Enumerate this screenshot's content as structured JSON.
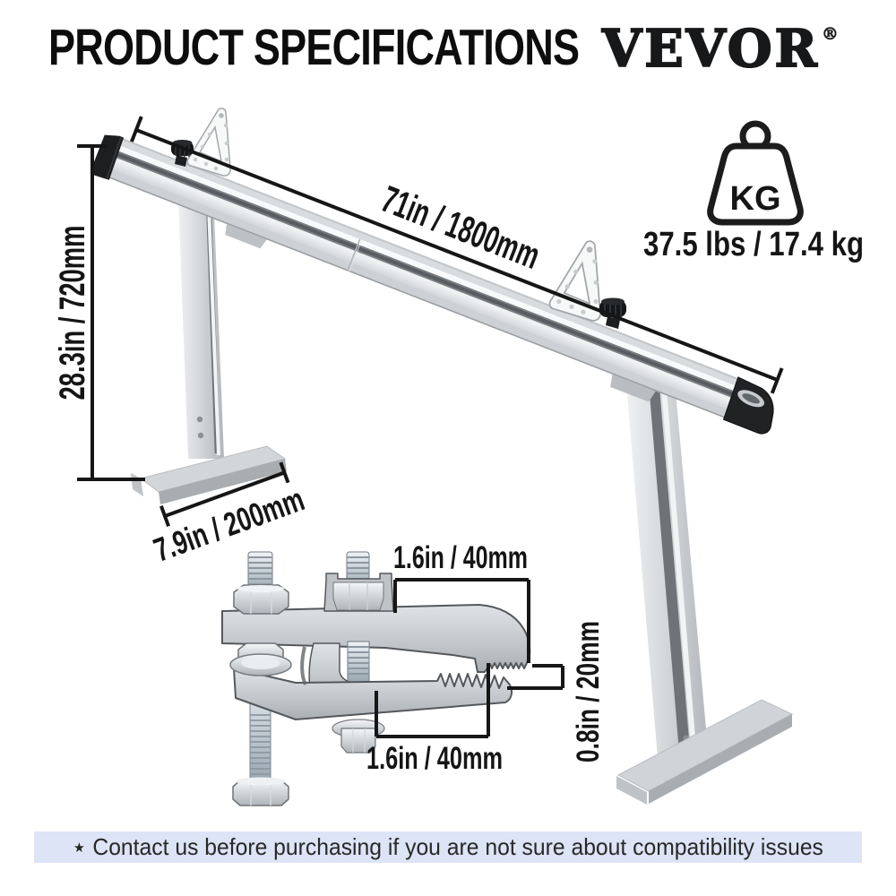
{
  "header": {
    "title": "PRODUCT SPECIFICATIONS",
    "brand": "VEVOR",
    "registered": "®"
  },
  "weight": {
    "unit_label": "KG",
    "value": "37.5 lbs / 17.4 kg"
  },
  "dimensions": {
    "rail_length": "71in / 1800mm",
    "overall_height": "28.3in / 720mm",
    "foot_length": "7.9in / 200mm",
    "clamp_top_width": "1.6in / 40mm",
    "clamp_bottom_width": "1.6in / 40mm",
    "clamp_opening_height": "0.8in / 20mm"
  },
  "footer": {
    "star": "★",
    "note": "Contact us before purchasing if you are not sure about compatibility issues"
  },
  "colors": {
    "footer_bg": "#dce4f6",
    "ink": "#151515",
    "aluminum": "#d7dade",
    "black_parts": "#1d1f21"
  }
}
